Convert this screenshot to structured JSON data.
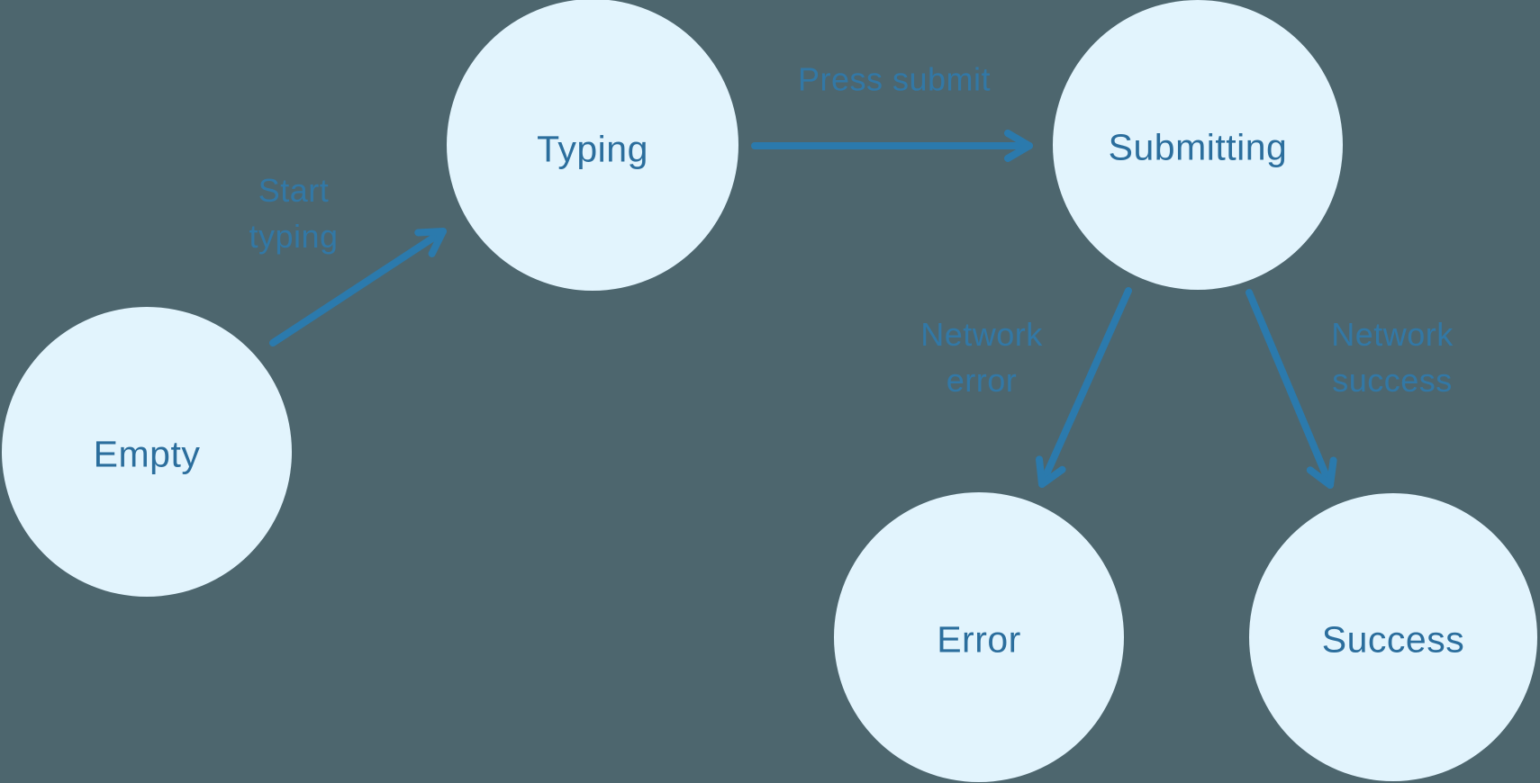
{
  "colors": {
    "background": "#4D666E",
    "node_fill": "#E2F4FD",
    "node_text": "#2B6E9D",
    "edge_label_text": "#3278A6",
    "arrow": "#2B7AAD"
  },
  "nodes": [
    {
      "id": "empty",
      "label": "Empty"
    },
    {
      "id": "typing",
      "label": "Typing"
    },
    {
      "id": "submitting",
      "label": "Submitting"
    },
    {
      "id": "error",
      "label": "Error"
    },
    {
      "id": "success",
      "label": "Success"
    }
  ],
  "edges": [
    {
      "id": "start-typing",
      "from": "Empty",
      "to": "Typing",
      "label": "Start typing",
      "lines": [
        "Start",
        "typing"
      ]
    },
    {
      "id": "press-submit",
      "from": "Typing",
      "to": "Submitting",
      "label": "Press submit",
      "lines": [
        "Press submit"
      ]
    },
    {
      "id": "network-error",
      "from": "Submitting",
      "to": "Error",
      "label": "Network error",
      "lines": [
        "Network",
        "error"
      ]
    },
    {
      "id": "network-success",
      "from": "Submitting",
      "to": "Success",
      "label": "Network success",
      "lines": [
        "Network",
        "success"
      ]
    }
  ]
}
